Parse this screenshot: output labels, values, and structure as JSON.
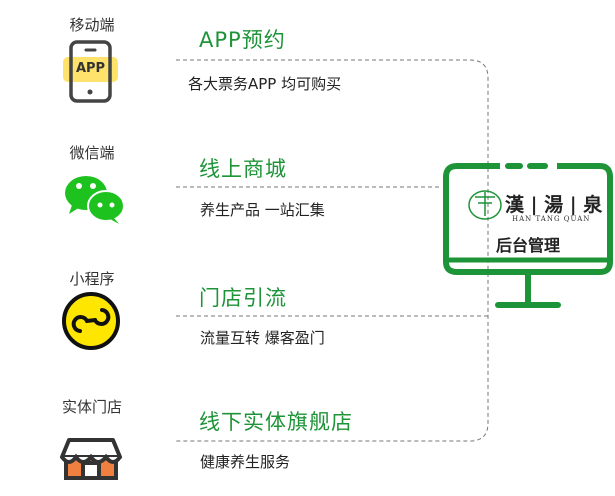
{
  "channels": [
    {
      "label": "移动端",
      "icon": "mobile-app-icon",
      "icon_text": "APP",
      "title": "APP预约",
      "desc": "各大票务APP 均可购买"
    },
    {
      "label": "微信端",
      "icon": "wechat-icon",
      "title": "线上商城",
      "desc": "养生产品 一站汇集"
    },
    {
      "label": "小程序",
      "icon": "mini-program-icon",
      "title": "门店引流",
      "desc": "流量互转 爆客盈门"
    },
    {
      "label": "实体门店",
      "icon": "store-icon",
      "title": "线下实体旗舰店",
      "desc": "健康养生服务"
    }
  ],
  "backend": {
    "brand": "漢 | 湯 | 泉",
    "brand_en": "HAN TANG QUAN",
    "label": "后台管理"
  },
  "colors": {
    "green": "#1e9438",
    "wechat": "#1ec21e",
    "yellow": "#ffe600",
    "orange": "#f08040"
  }
}
